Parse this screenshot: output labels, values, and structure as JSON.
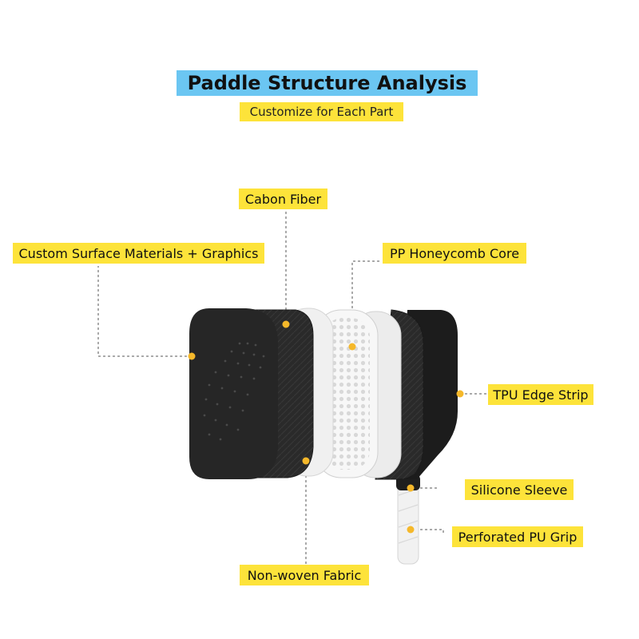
{
  "header": {
    "title": "Paddle Structure Analysis",
    "subtitle": "Customize for Each Part"
  },
  "labels": {
    "carbon_fiber": "Cabon Fiber",
    "custom_surface": "Custom Surface Materials + Graphics",
    "honeycomb_core": "PP Honeycomb Core",
    "tpu_edge": "TPU Edge Strip",
    "silicone_sleeve": "Silicone Sleeve",
    "pu_grip": "Perforated PU Grip",
    "nonwoven": "Non-woven Fabric"
  },
  "colors": {
    "title_bg": "#6bc6f2",
    "label_bg": "#fde33a",
    "marker": "#f5b82a",
    "paddle_dark": "#2a2a2a",
    "layer_white": "#f4f4f4"
  }
}
